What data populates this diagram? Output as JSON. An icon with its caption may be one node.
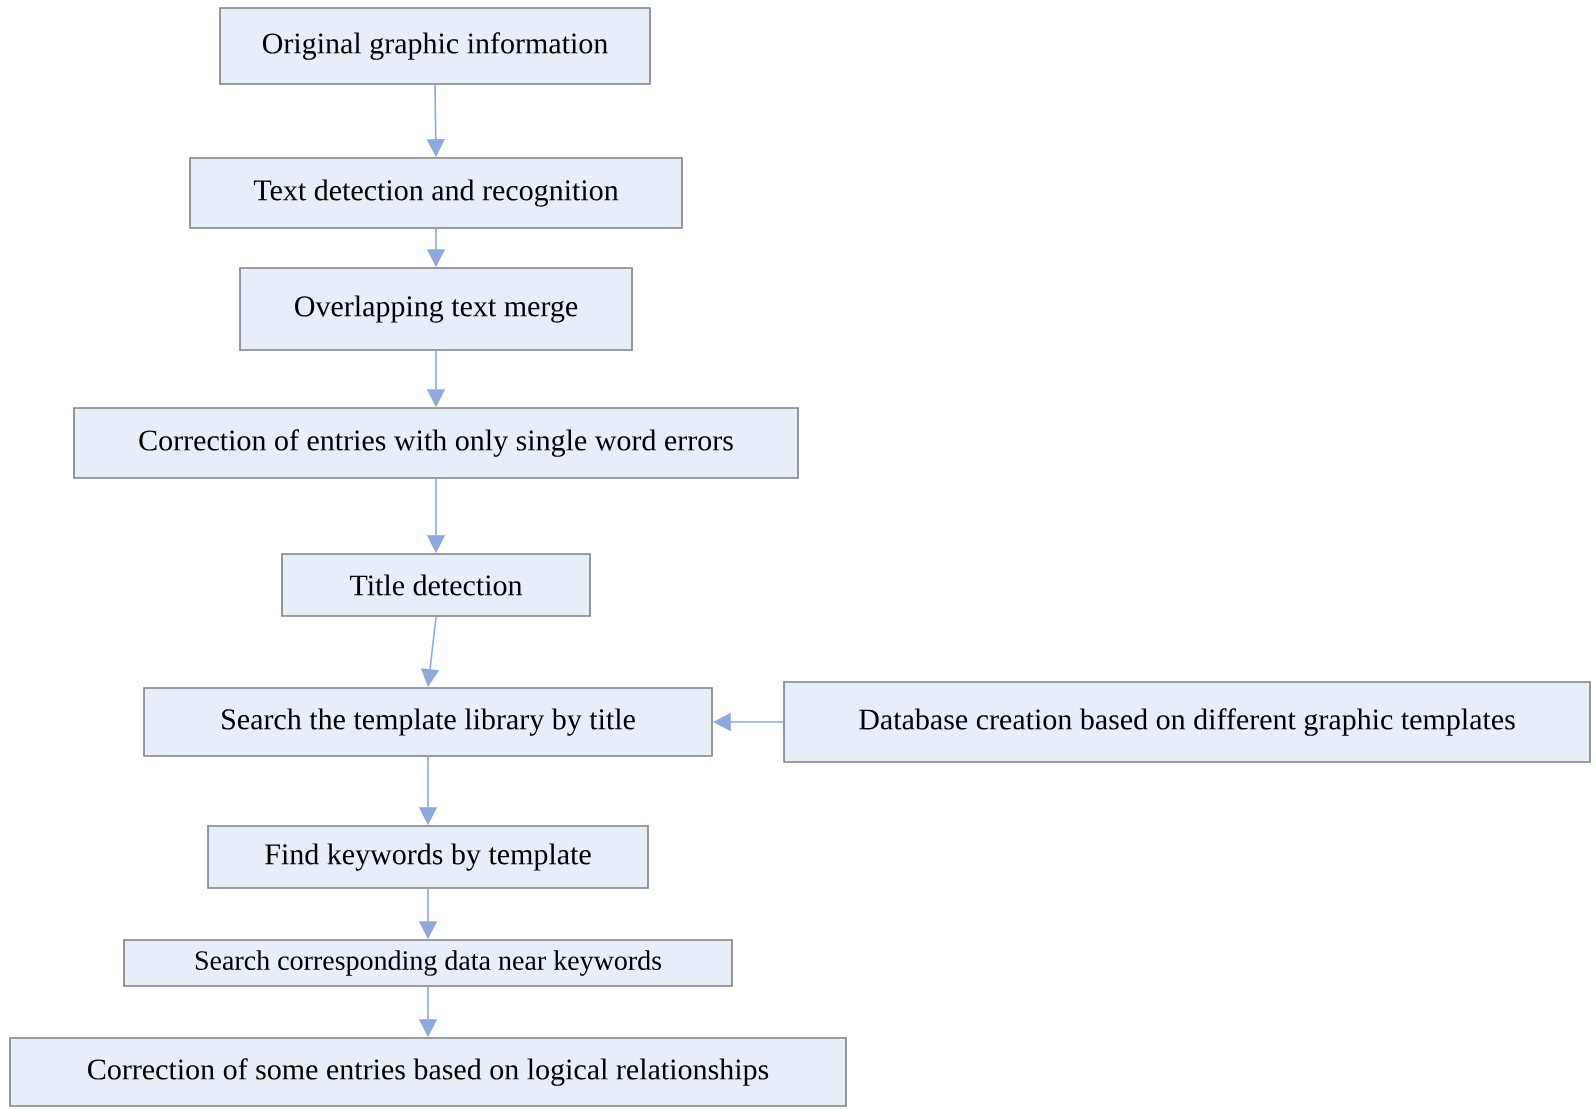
{
  "diagram": {
    "nodes": [
      {
        "text": [
          "Original graphic information"
        ]
      },
      {
        "text": [
          "Text detection and recognition"
        ]
      },
      {
        "text": [
          "Overlapping text merge"
        ]
      },
      {
        "text": [
          "Correction of entries with only single word errors"
        ]
      },
      {
        "text": [
          "Title detection"
        ]
      },
      {
        "text": [
          "Search the template library by title"
        ]
      },
      {
        "text": [
          "Database creation based on different graphic templates"
        ]
      },
      {
        "text": [
          "Find keywords by template"
        ]
      },
      {
        "text": [
          "Search corresponding data near keywords"
        ]
      },
      {
        "text": [
          "Correction of some entries based on logical relationships"
        ]
      }
    ],
    "edges": [
      {
        "from": 0,
        "to": 1,
        "arrow": "to"
      },
      {
        "from": 1,
        "to": 2,
        "arrow": "to"
      },
      {
        "from": 2,
        "to": 3,
        "arrow": "to"
      },
      {
        "from": 3,
        "to": 4,
        "arrow": "to"
      },
      {
        "from": 4,
        "to": 5,
        "arrow": "to"
      },
      {
        "from": 6,
        "to": 5,
        "arrow": "to"
      },
      {
        "from": 5,
        "to": 7,
        "arrow": "to"
      },
      {
        "from": 7,
        "to": 8,
        "arrow": "to"
      },
      {
        "from": 8,
        "to": 9,
        "arrow": "to"
      }
    ]
  }
}
